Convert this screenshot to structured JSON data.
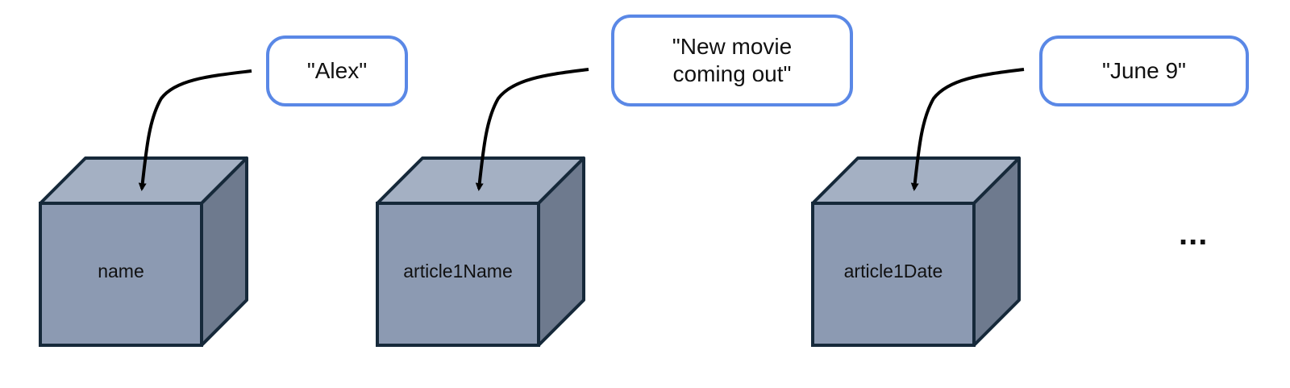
{
  "variables": [
    {
      "name": "name",
      "value": "\"Alex\""
    },
    {
      "name": "article1Name",
      "value": "\"New movie\ncoming out\""
    },
    {
      "name": "article1Date",
      "value": "\"June 9\""
    }
  ],
  "continuation": "...",
  "colors": {
    "bubble_border": "#5a88e6",
    "box_front": "#8c9ab2",
    "box_top": "#a4b0c3",
    "box_side": "#6e7a8e",
    "box_outline": "#16293a",
    "arrow": "#000000"
  }
}
